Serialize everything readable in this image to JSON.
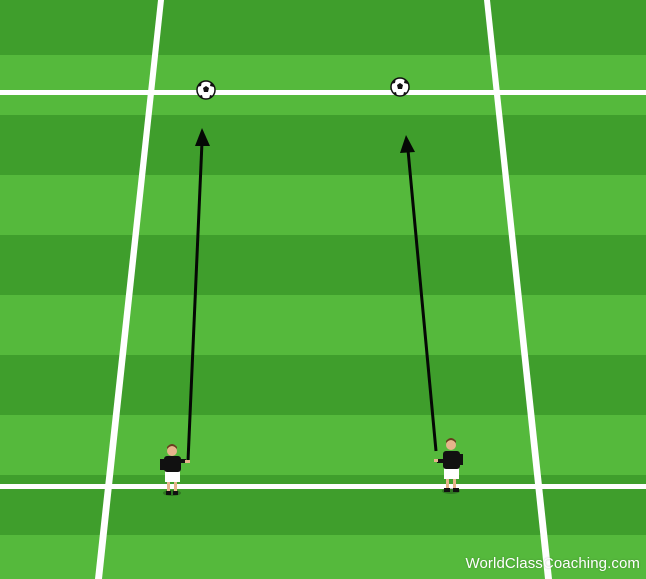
{
  "watermark": {
    "text": "WorldClassCoaching.com"
  },
  "colors": {
    "stripe_light": "#55b93c",
    "stripe_dark": "#3f9e2c",
    "line": "#ffffff",
    "arrow": "#050805",
    "shirt": "#111111",
    "shorts": "#ffffff",
    "skin": "#e7b48c",
    "hair": "#6b3a1f"
  },
  "drill": {
    "balls": [
      {
        "id": "ball-left"
      },
      {
        "id": "ball-right"
      }
    ],
    "players": [
      {
        "id": "player-left"
      },
      {
        "id": "player-right"
      }
    ],
    "pass_arrows": [
      {
        "from": "player-left",
        "to": "ball-left"
      },
      {
        "from": "player-right",
        "to": "ball-right"
      }
    ]
  }
}
